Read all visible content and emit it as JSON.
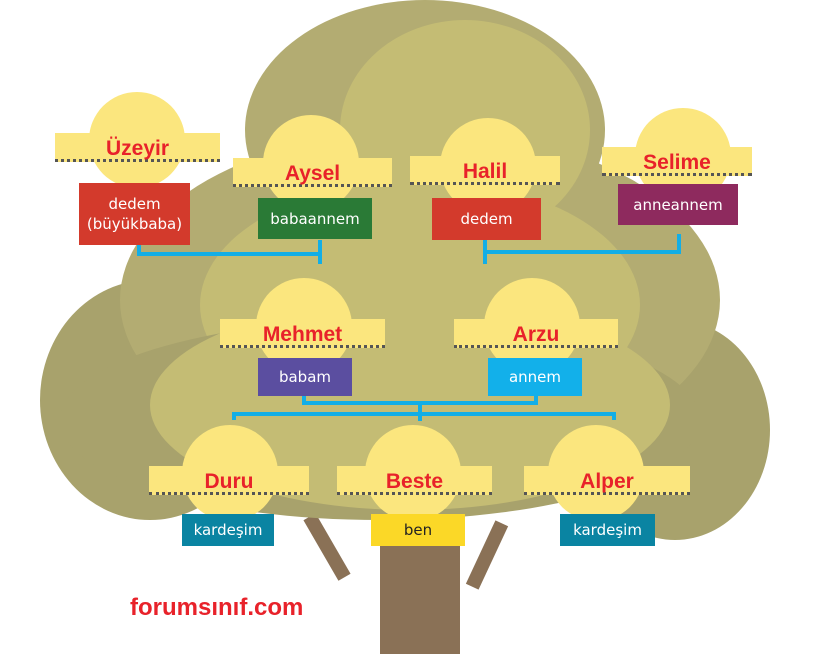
{
  "members": [
    {
      "name": "Üzeyir",
      "role": "dedem (büyükbaba)",
      "color": "#d33a2c"
    },
    {
      "name": "Aysel",
      "role": "babaannem",
      "color": "#2a7a36"
    },
    {
      "name": "Halil",
      "role": "dedem",
      "color": "#d33a2c"
    },
    {
      "name": "Selime",
      "role": "anneannem",
      "color": "#8e2a5e"
    },
    {
      "name": "Mehmet",
      "role": "babam",
      "color": "#5b4ea0"
    },
    {
      "name": "Arzu",
      "role": "annem",
      "color": "#12b0ea"
    },
    {
      "name": "Duru",
      "role": "kardeşim",
      "color": "#0a84a2"
    },
    {
      "name": "Beste",
      "role": "ben",
      "color": "#fbd827"
    },
    {
      "name": "Alper",
      "role": "kardeşim",
      "color": "#0a84a2"
    }
  ],
  "watermark": "forumsınıf.com"
}
